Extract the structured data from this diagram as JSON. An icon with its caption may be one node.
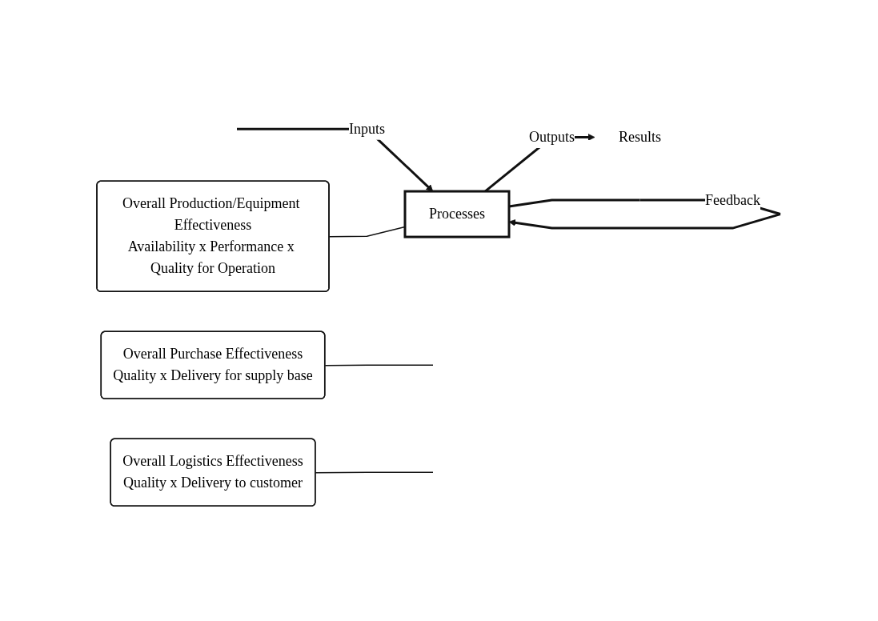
{
  "diagram": {
    "nodes": [
      {
        "text": [
          "Overall Purchase Effectiveness",
          "Quality x Delivery for supply base"
        ]
      },
      {
        "text": [
          "Overall Logistics Effectiveness",
          "Quality x Delivery to customer"
        ]
      },
      {
        "text": [
          "Processes"
        ]
      },
      {
        "text": [
          "Overall Production/Equipment Effectiveness",
          "Availability x Performance x Quality for Operation"
        ]
      },
      {
        "text": [
          "Results"
        ]
      }
    ],
    "edges": [
      {
        "from": null,
        "to": 2,
        "arrow": "to",
        "label": "Inputs"
      },
      {
        "from": 2,
        "to": 4,
        "arrow": "to",
        "label": "Outputs"
      },
      {
        "from": 2,
        "to": 2,
        "arrow": "to",
        "label": "Feedback"
      },
      {
        "from": 0,
        "to": null,
        "arrow": "none"
      },
      {
        "from": 1,
        "to": null,
        "arrow": "none"
      },
      {
        "from": 3,
        "to": 2,
        "arrow": "none"
      }
    ]
  }
}
